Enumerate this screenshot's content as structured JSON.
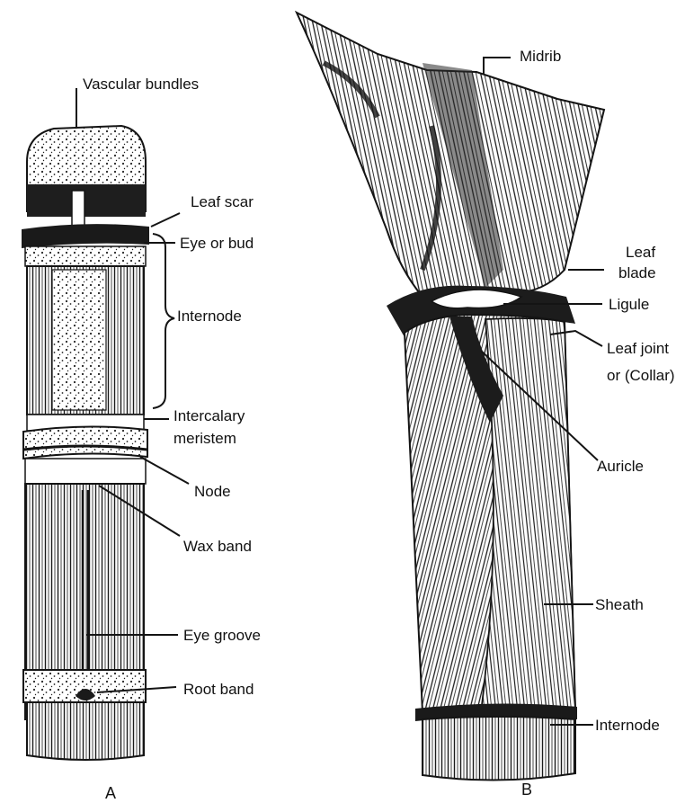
{
  "figure_a": {
    "caption": "A",
    "labels": {
      "vascular_bundles": "Vascular bundles",
      "leaf_scar": "Leaf scar",
      "eye_or_bud": "Eye or bud",
      "internode": "Internode",
      "intercalary_line1": "Intercalary",
      "intercalary_line2": "meristem",
      "node": "Node",
      "wax_band": "Wax band",
      "eye_groove": "Eye groove",
      "root_band": "Root band"
    }
  },
  "figure_b": {
    "caption": "B",
    "labels": {
      "midrib": "Midrib",
      "leaf_blade_line1": "Leaf",
      "leaf_blade_line2": "blade",
      "ligule": "Ligule",
      "leaf_joint_line1": "Leaf joint",
      "leaf_joint_line2": "or (Collar)",
      "auricle": "Auricle",
      "sheath": "Sheath",
      "internode": "Internode"
    }
  },
  "colors": {
    "ink": "#141414",
    "paper": "#ffffff"
  }
}
